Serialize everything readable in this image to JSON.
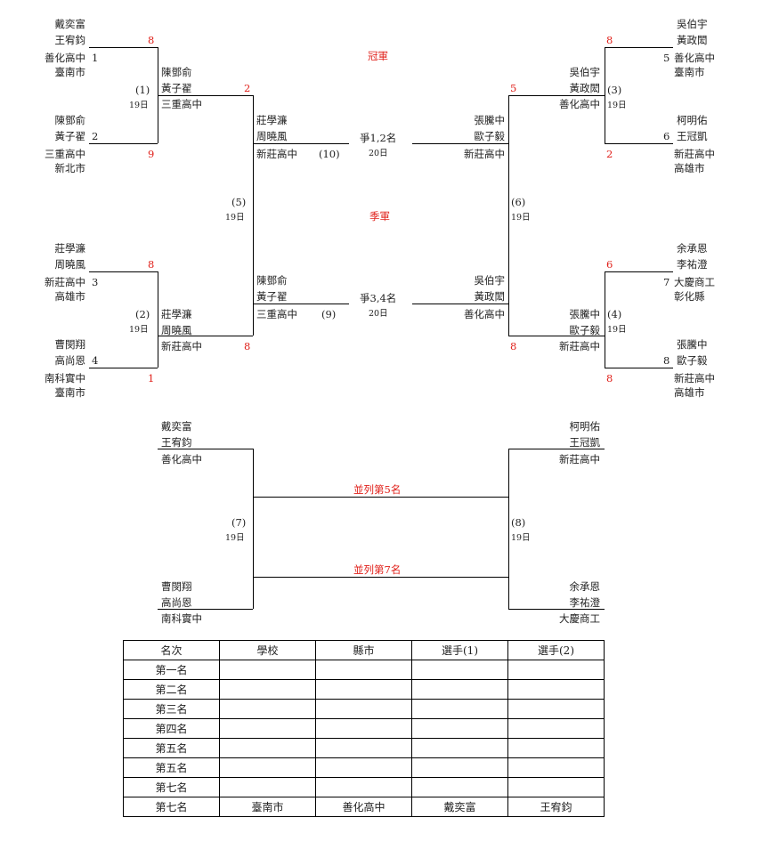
{
  "left_bracket": {
    "p1": {
      "line1": "戴奕富",
      "line2": "王宥鈞",
      "school": "善化高中",
      "city": "臺南市",
      "seed": "1",
      "score_m1": "8"
    },
    "p2": {
      "line1": "陳鄧俞",
      "line2": "黃子翟",
      "school": "三重高中",
      "city": "新北市",
      "seed": "2",
      "score_m1": "9"
    },
    "p3": {
      "line1": "莊學濂",
      "line2": "周曉風",
      "school": "新莊高中",
      "city": "高雄市",
      "seed": "3",
      "score_m2": "8"
    },
    "p4": {
      "line1": "曹閔翔",
      "line2": "高尚恩",
      "school": "南科實中",
      "city": "臺南市",
      "seed": "4",
      "score_m2": "1"
    },
    "m1": {
      "label": "(1)",
      "date": "19日",
      "winner_line1": "陳鄧俞",
      "winner_line2": "黃子翟",
      "winner_school": "三重高中",
      "score_m5": "2"
    },
    "m2": {
      "label": "(2)",
      "date": "19日",
      "winner_line1": "莊學濂",
      "winner_line2": "周曉風",
      "winner_school": "新莊高中",
      "score_m5": "8"
    },
    "m5": {
      "label": "(5)",
      "date": "19日"
    },
    "m10_player": {
      "line1": "莊學濂",
      "line2": "周曉風",
      "school": "新莊高中"
    },
    "m9_player": {
      "line1": "陳鄧俞",
      "line2": "黃子翟",
      "school": "三重高中"
    }
  },
  "right_bracket": {
    "p5": {
      "line1": "吳伯宇",
      "line2": "黃政閎",
      "school": "善化高中",
      "city": "臺南市",
      "seed": "5",
      "score_m3": "8"
    },
    "p6": {
      "line1": "柯明佑",
      "line2": "王冠凱",
      "school": "新莊高中",
      "city": "高雄市",
      "seed": "6",
      "score_m3": "2"
    },
    "p7": {
      "line1": "余承恩",
      "line2": "李祐澄",
      "school": "大慶商工",
      "city": "彰化縣",
      "seed": "7",
      "score_m4": "6"
    },
    "p8": {
      "line1": "張騰中",
      "line2": "歐子毅",
      "school": "新莊高中",
      "city": "高雄市",
      "seed": "8",
      "score_m4": "8"
    },
    "m3": {
      "label": "(3)",
      "date": "19日",
      "winner_line1": "吳伯宇",
      "winner_line2": "黃政閎",
      "winner_school": "善化高中",
      "score_m6": "5"
    },
    "m4": {
      "label": "(4)",
      "date": "19日",
      "winner_line1": "張騰中",
      "winner_line2": "歐子毅",
      "winner_school": "新莊高中",
      "score_m6": "8"
    },
    "m6": {
      "label": "(6)",
      "date": "19日"
    },
    "m10_player": {
      "line1": "張騰中",
      "line2": "歐子毅",
      "school": "新莊高中"
    },
    "m9_player": {
      "line1": "吳伯宇",
      "line2": "黃政閎",
      "school": "善化高中"
    }
  },
  "center": {
    "champion_title": "冠軍",
    "third_title": "季軍",
    "final_label": "爭1,2名",
    "final_match": "(10)",
    "final_date": "20日",
    "third_label": "爭3,4名",
    "third_match": "(9)",
    "third_date": "20日"
  },
  "placement": {
    "m7": {
      "label": "(7)",
      "date": "19日",
      "top": {
        "line1": "戴奕富",
        "line2": "王宥鈞",
        "school": "善化高中"
      },
      "bottom": {
        "line1": "曹閔翔",
        "line2": "高尚恩",
        "school": "南科實中"
      }
    },
    "m8": {
      "label": "(8)",
      "date": "19日",
      "top": {
        "line1": "柯明佑",
        "line2": "王冠凱",
        "school": "新莊高中"
      },
      "bottom": {
        "line1": "余承恩",
        "line2": "李祐澄",
        "school": "大慶商工"
      }
    },
    "fifth_label": "並列第5名",
    "seventh_label": "並列第7名"
  },
  "ranking_table": {
    "headers": [
      "名次",
      "學校",
      "縣市",
      "選手(1)",
      "選手(2)"
    ],
    "rows": [
      [
        "第一名",
        "",
        "",
        "",
        ""
      ],
      [
        "第二名",
        "",
        "",
        "",
        ""
      ],
      [
        "第三名",
        "",
        "",
        "",
        ""
      ],
      [
        "第四名",
        "",
        "",
        "",
        ""
      ],
      [
        "第五名",
        "",
        "",
        "",
        ""
      ],
      [
        "第五名",
        "",
        "",
        "",
        ""
      ],
      [
        "第七名",
        "",
        "",
        "",
        ""
      ],
      [
        "第七名",
        "臺南市",
        "善化高中",
        "戴奕富",
        "王宥鈞"
      ]
    ]
  },
  "colors": {
    "score": "#e0201a",
    "lines": "#000000"
  }
}
